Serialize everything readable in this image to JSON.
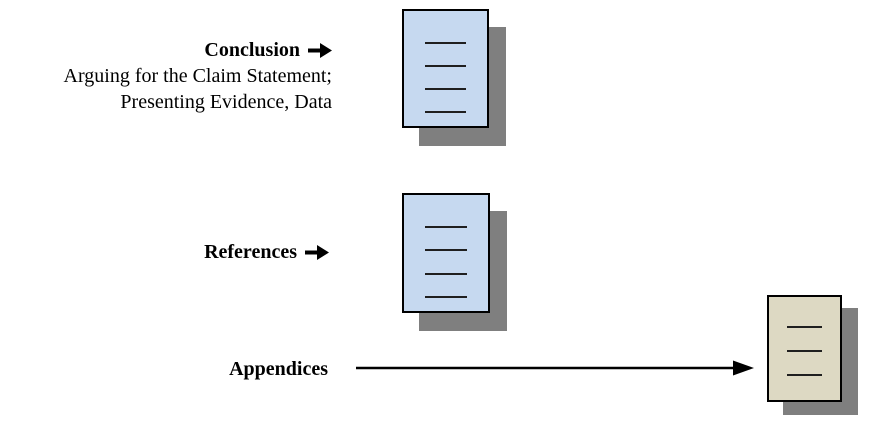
{
  "sections": [
    {
      "id": "conclusion",
      "title": "Conclusion",
      "has_arrow_glyph": true,
      "description": [
        "Arguing for the Claim Statement;",
        "Presenting Evidence, Data"
      ],
      "document": {
        "fill": "blue",
        "lines": 4
      }
    },
    {
      "id": "references",
      "title": "References",
      "has_arrow_glyph": true,
      "description": [],
      "document": {
        "fill": "blue",
        "lines": 4
      }
    },
    {
      "id": "appendices",
      "title": "Appendices",
      "has_arrow_glyph": false,
      "connector": "long-arrow",
      "description": [],
      "document": {
        "fill": "tan",
        "lines": 3
      }
    }
  ],
  "icons": {
    "right_arrow": "right-arrow-icon",
    "long_arrow": "appendices-connector-arrow"
  },
  "colors": {
    "document_blue": "#c6d9f0",
    "document_tan": "#ddd9c3",
    "shadow_gray": "#7f7f7f",
    "border_black": "#000000",
    "line_dark": "#1f1f1f",
    "text_black": "#000000",
    "background": "#ffffff"
  }
}
